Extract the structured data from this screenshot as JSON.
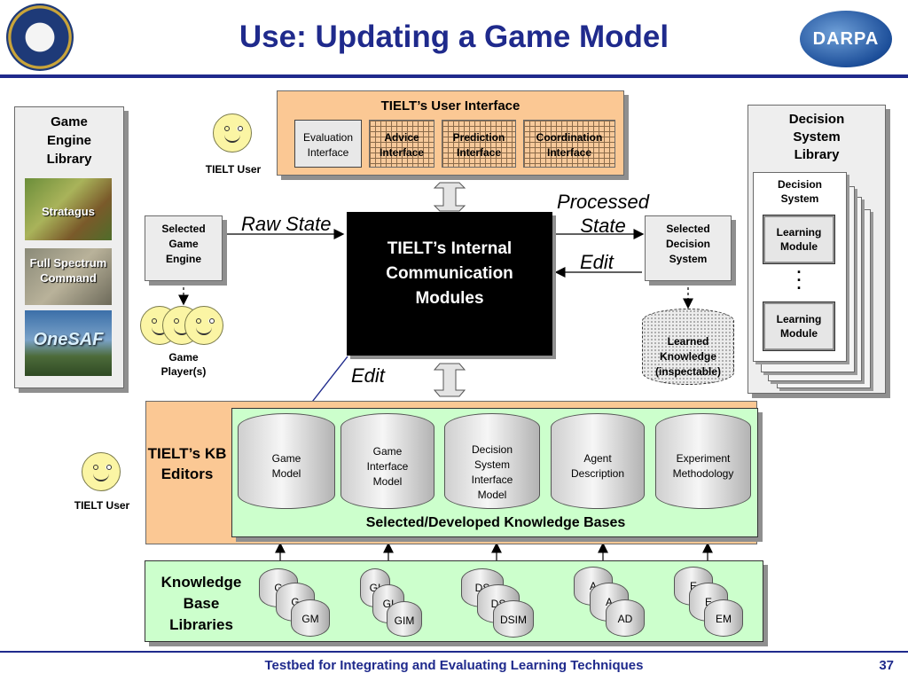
{
  "header": {
    "title": "Use: Updating a Game Model",
    "logo_right": "DARPA"
  },
  "footer": {
    "text": "Testbed for Integrating and Evaluating Learning Techniques",
    "page": "37"
  },
  "left_library": {
    "title": "Game Engine Library",
    "items": [
      "Stratagus",
      "Full Spectrum Command",
      "OneSAF"
    ]
  },
  "ui": {
    "title": "TIELT’s User Interface",
    "interfaces": [
      "Evaluation Interface",
      "Advice Interface",
      "Prediction Interface",
      "Coordination Interface"
    ]
  },
  "users": {
    "top": "TIELT User",
    "bottom": "TIELT User",
    "players": "Game Player(s)"
  },
  "selected_engine": "Selected Game Engine",
  "selected_decision": "Selected Decision System",
  "core": "TIELT’s Internal Communication Modules",
  "labels": {
    "raw_state": "Raw State",
    "processed_state": "Processed State",
    "edit_right": "Edit",
    "edit_left": "Edit"
  },
  "learned": "Learned Knowledge (inspectable)",
  "right_library": {
    "title": "Decision System Library",
    "card_title": "Decision System",
    "modules": [
      "Learning Module",
      ".",
      ".",
      ".",
      "Learning Module"
    ]
  },
  "kb_editors": "TIELT’s KB Editors",
  "kb": {
    "title": "Selected/Developed Knowledge Bases",
    "items": [
      "Game Model",
      "Game Interface Model",
      "Decision System Interface Model",
      "Agent Description",
      "Experiment Methodology"
    ]
  },
  "kb_libraries": {
    "title": "Knowledge Base Libraries",
    "groups": [
      {
        "back": "G",
        "mid": "G",
        "front": "GM"
      },
      {
        "back": "GI",
        "mid": "GI",
        "front": "GIM"
      },
      {
        "back": "DS",
        "mid": "DS",
        "front": "DSIM"
      },
      {
        "back": "A",
        "mid": "A",
        "front": "AD"
      },
      {
        "back": "E",
        "mid": "E",
        "front": "EM"
      }
    ]
  }
}
